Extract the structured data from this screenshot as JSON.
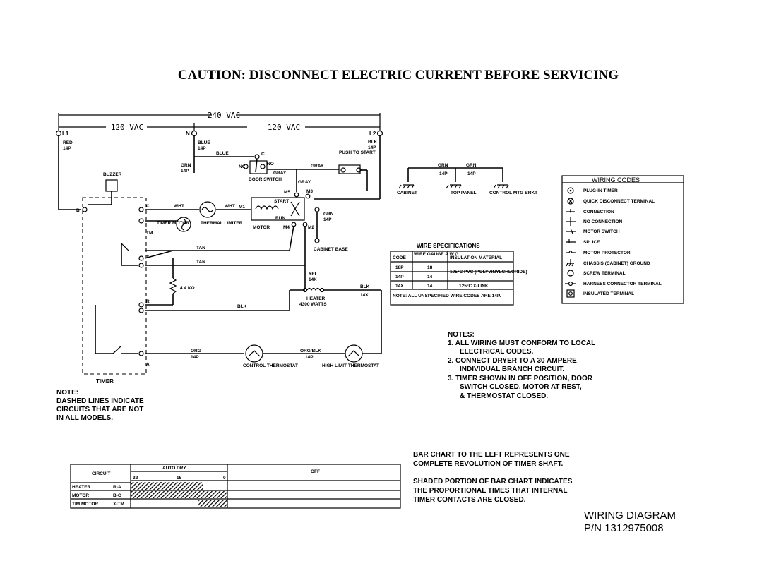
{
  "caution": "CAUTION: DISCONNECT ELECTRIC CURRENT BEFORE SERVICING",
  "voltage": {
    "v240": "240 VAC",
    "v120_left": "120 VAC",
    "v120_right": "120 VAC"
  },
  "terminals": {
    "l1": "L1",
    "n": "N",
    "l2": "L2"
  },
  "wire_labels": {
    "red": "RED",
    "red_gauge": "14P",
    "blue_top": "BLUE",
    "blue_gauge": "14P",
    "blue_mid": "BLUE",
    "blk_l2": "BLK",
    "blk_l2_gauge": "14P",
    "grn_left": "GRN",
    "grn_left_gauge": "14P",
    "cabinet_left": "CABINET",
    "door_c": "C",
    "door_nc": "NC",
    "door_no": "NO",
    "door_switch": "DOOR SWITCH",
    "gray_door": "GRAY",
    "gray_push": "GRAY",
    "push_to_start": "PUSH TO START",
    "gray_motor": "GRAY",
    "m1": "M1",
    "m2": "M2",
    "m3": "M3",
    "m4": "M4",
    "m5": "M5",
    "start": "START",
    "run": "RUN",
    "motor": "MOTOR",
    "grn_motor": "GRN",
    "grn_motor_gauge": "14P",
    "cabinet_base": "CABINET BASE",
    "buzzer": "BUZZER",
    "wht1": "WHT",
    "wht2": "WHT",
    "thermal_limiter": "THERMAL LIMITER",
    "timer_motor": "TIMER MOTOR",
    "tan1": "TAN",
    "tan2": "TAN",
    "resistor": "4.4 KΩ",
    "yel": "YEL",
    "yel_gauge": "14X",
    "heater": "HEATER",
    "heater_watts": "4300 WATTS",
    "blk_right": "BLK",
    "blk_right_gauge": "14X",
    "blk_mid": "BLK",
    "org": "ORG",
    "org_gauge": "14P",
    "org_blk": "ORG/BLK",
    "org_blk_gauge": "14P",
    "control_thermostat": "CONTROL THERMOSTAT",
    "high_limit": "HIGH LIMIT THERMOSTAT",
    "timer": "TIMER",
    "tB": "B",
    "tC": "C",
    "tTM": "TM",
    "tX": "X",
    "tR": "R",
    "tA": "A"
  },
  "ground_block": {
    "grn1": "GRN",
    "grn2": "GRN",
    "g1": "14P",
    "g2": "14P",
    "cabinet": "CABINET",
    "top_panel": "TOP PANEL",
    "control_mtg": "CONTROL MTG BRKT"
  },
  "note_left": [
    "NOTE:",
    "DASHED LINES INDICATE",
    "CIRCUITS THAT ARE NOT",
    "IN ALL MODELS."
  ],
  "wire_specs": {
    "title": "WIRE SPECIFICATIONS",
    "headers": [
      "CODE",
      "WIRE GAUGE A.W.G.",
      "INSULATION MATERIAL"
    ],
    "rows": [
      [
        "18P",
        "18",
        "105°C PVC (POLYVINYLCHLORIDE)"
      ],
      [
        "14P",
        "14",
        ""
      ],
      [
        "14X",
        "14",
        "125°C X-LINK"
      ]
    ],
    "note": "NOTE: ALL UNSPECIFIED WIRE CODES ARE 14P."
  },
  "wiring_codes": {
    "title": "WIRING CODES",
    "items": [
      {
        "icon": "plug-in-timer",
        "label": "PLUG-IN TIMER"
      },
      {
        "icon": "quick-disconnect",
        "label": "QUICK DISCONNECT TERMINAL"
      },
      {
        "icon": "connection",
        "label": "CONNECTION"
      },
      {
        "icon": "no-connection",
        "label": "NO CONNECTION"
      },
      {
        "icon": "motor-switch",
        "label": "MOTOR SWITCH"
      },
      {
        "icon": "splice",
        "label": "SPLICE"
      },
      {
        "icon": "motor-protector",
        "label": "MOTOR PROTECTOR"
      },
      {
        "icon": "chassis-ground",
        "label": "CHASSIS (CABINET) GROUND"
      },
      {
        "icon": "screw-terminal",
        "label": "SCREW TERMINAL"
      },
      {
        "icon": "harness-connector",
        "label": "HARNESS CONNECTOR TERMINAL"
      },
      {
        "icon": "insulated-terminal",
        "label": "INSULATED TERMINAL"
      }
    ]
  },
  "notes": {
    "title": "NOTES:",
    "lines": [
      "1. ALL WIRING MUST CONFORM TO LOCAL",
      "ELECTRICAL CODES.",
      "2. CONNECT DRYER TO A 30 AMPERE",
      "INDIVIDUAL BRANCH CIRCUIT.",
      "3. TIMER SHOWN IN OFF POSITION, DOOR",
      "SWITCH CLOSED, MOTOR AT REST,",
      "& THERMOSTAT CLOSED."
    ]
  },
  "bar_chart": {
    "circuit_header": "CIRCUIT",
    "auto_dry": "AUTO DRY",
    "off": "OFF",
    "ticks": [
      "32",
      "15",
      "0"
    ],
    "rows": [
      {
        "name": "HEATER",
        "contacts": "R-A",
        "closed": [
          0,
          0.75
        ]
      },
      {
        "name": "MOTOR",
        "contacts": "B-C",
        "closed": [
          0,
          1.0
        ]
      },
      {
        "name": "TIM MOTOR",
        "contacts": "X-TM",
        "closed": [
          0.7,
          1.0
        ]
      }
    ]
  },
  "bar_note": [
    "BAR CHART TO THE LEFT REPRESENTS ONE",
    "COMPLETE REVOLUTION OF TIMER SHAFT.",
    "",
    "SHADED PORTION OF BAR CHART INDICATES",
    "THE PROPORTIONAL TIMES THAT INTERNAL",
    "TIMER CONTACTS ARE CLOSED."
  ],
  "footer": {
    "title": "WIRING DIAGRAM",
    "part": "P/N 1312975008"
  }
}
